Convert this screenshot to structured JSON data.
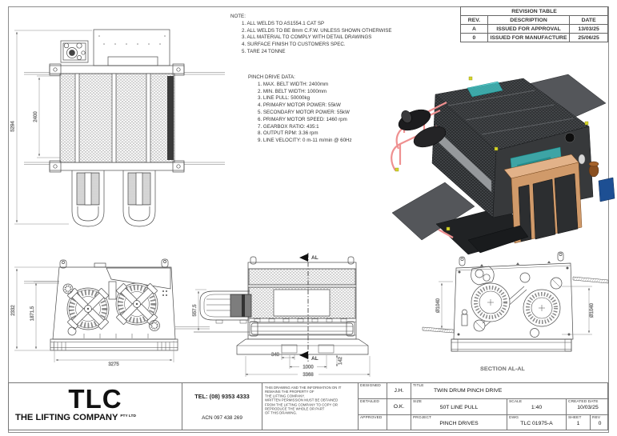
{
  "revision_table": {
    "title": "REVISION TABLE",
    "headers": [
      "REV.",
      "DESCRIPTION",
      "DATE"
    ],
    "rows": [
      [
        "A",
        "ISSUED FOR APPROVAL",
        "13/03/25"
      ],
      [
        "0",
        "ISSUED FOR MANUFACTURE",
        "25/06/25"
      ]
    ]
  },
  "notes": {
    "heading": "NOTE:",
    "items": [
      "1. ALL WELDS TO AS1554.1 CAT SP",
      "2. ALL WELDS TO BE 8mm C.F.W. UNLESS SHOWN OTHERWISE",
      "3. ALL MATERIAL TO COMPLY WITH DETAIL DRAWINGS",
      "4. SURFACE FINISH TO CUSTOMERS SPEC.",
      "5. TARE 24 TONNE"
    ]
  },
  "pinch_drive_data": {
    "heading": "PINCH DRIVE DATA:",
    "items": [
      "1. MAX. BELT WIDTH: 2400mm",
      "2. MIN. BELT WIDTH: 1000mm",
      "3. LINE PULL: 50000kg",
      "4. PRIMARY MOTOR POWER: 55kW",
      "5. SECONDARY MOTOR POWER: 55kW",
      "6. PRIMARY MOTOR SPEED: 1460 rpm",
      "7. GEARBOX RATIO: 435:1",
      "8. OUTPUT RPM: 3.36 rpm",
      "9. LINE VELOCITY: 0 m-11 m/min @ 60Hz"
    ]
  },
  "views": {
    "plan": {
      "dim_overall": "5294",
      "dim_belt": "2400"
    },
    "side": {
      "dim_overall_height": "2332",
      "dim_height": "1871.5",
      "dim_length": "3275"
    },
    "end": {
      "dim_offset": "557.5",
      "dim_340": "340",
      "dim_1000": "1000",
      "dim_3368": "3368",
      "dim_142": "142",
      "section_marker_top": "AL",
      "section_marker_bottom": "AL"
    },
    "section": {
      "caption": "SECTION AL-AL",
      "dim_drum_left": "Ø1040",
      "dim_drum_right": "Ø1040"
    }
  },
  "render_colors": {
    "body": "#2f3133",
    "cabinet_orange": "#d09a6a",
    "guard_teal": "#3fc3c3",
    "rail_pink": "#ef9090"
  },
  "title_block": {
    "company": {
      "logo": "TLC",
      "name": "THE LIFTING COMPANY",
      "suffix": "PTY LTD",
      "tel": "TEL: (08) 9353 4333",
      "acn": "ACN 097 438 269"
    },
    "disclaimer_lines": [
      "THIS DRAWING AND THE INFORMATION ON IT",
      "REMAINS THE PROPERTY OF",
      "THE LIFTING COMPANY.",
      "WRITTEN PERMISSION MUST BE OBTAINED",
      "FROM THE LIFTING COMPANY TO COPY OR",
      "REPRODUCE THE WHOLE OR PART",
      "OF THIS DRAWING."
    ],
    "fields": {
      "designed_label": "DESIGNED",
      "designed": "J.H.",
      "detailed_label": "DETAILED",
      "detailed": "O.K.",
      "approved_label": "APPROVED",
      "approved": "",
      "title_label": "TITLE",
      "title": "TWIN DRUM PINCH DRIVE",
      "size_label": "SIZE",
      "size": "50T LINE PULL",
      "scale_label": "SCALE",
      "scale": "1:40",
      "created_label": "CREATED DATE",
      "created": "10/03/25",
      "project_label": "PROJECT",
      "project": "PINCH DRIVES",
      "dwg_label": "DWG",
      "dwg": "TLC 01975-A",
      "sheet_label": "SHEET",
      "sheet": "1",
      "rev_label": "REV",
      "rev": "0"
    }
  }
}
